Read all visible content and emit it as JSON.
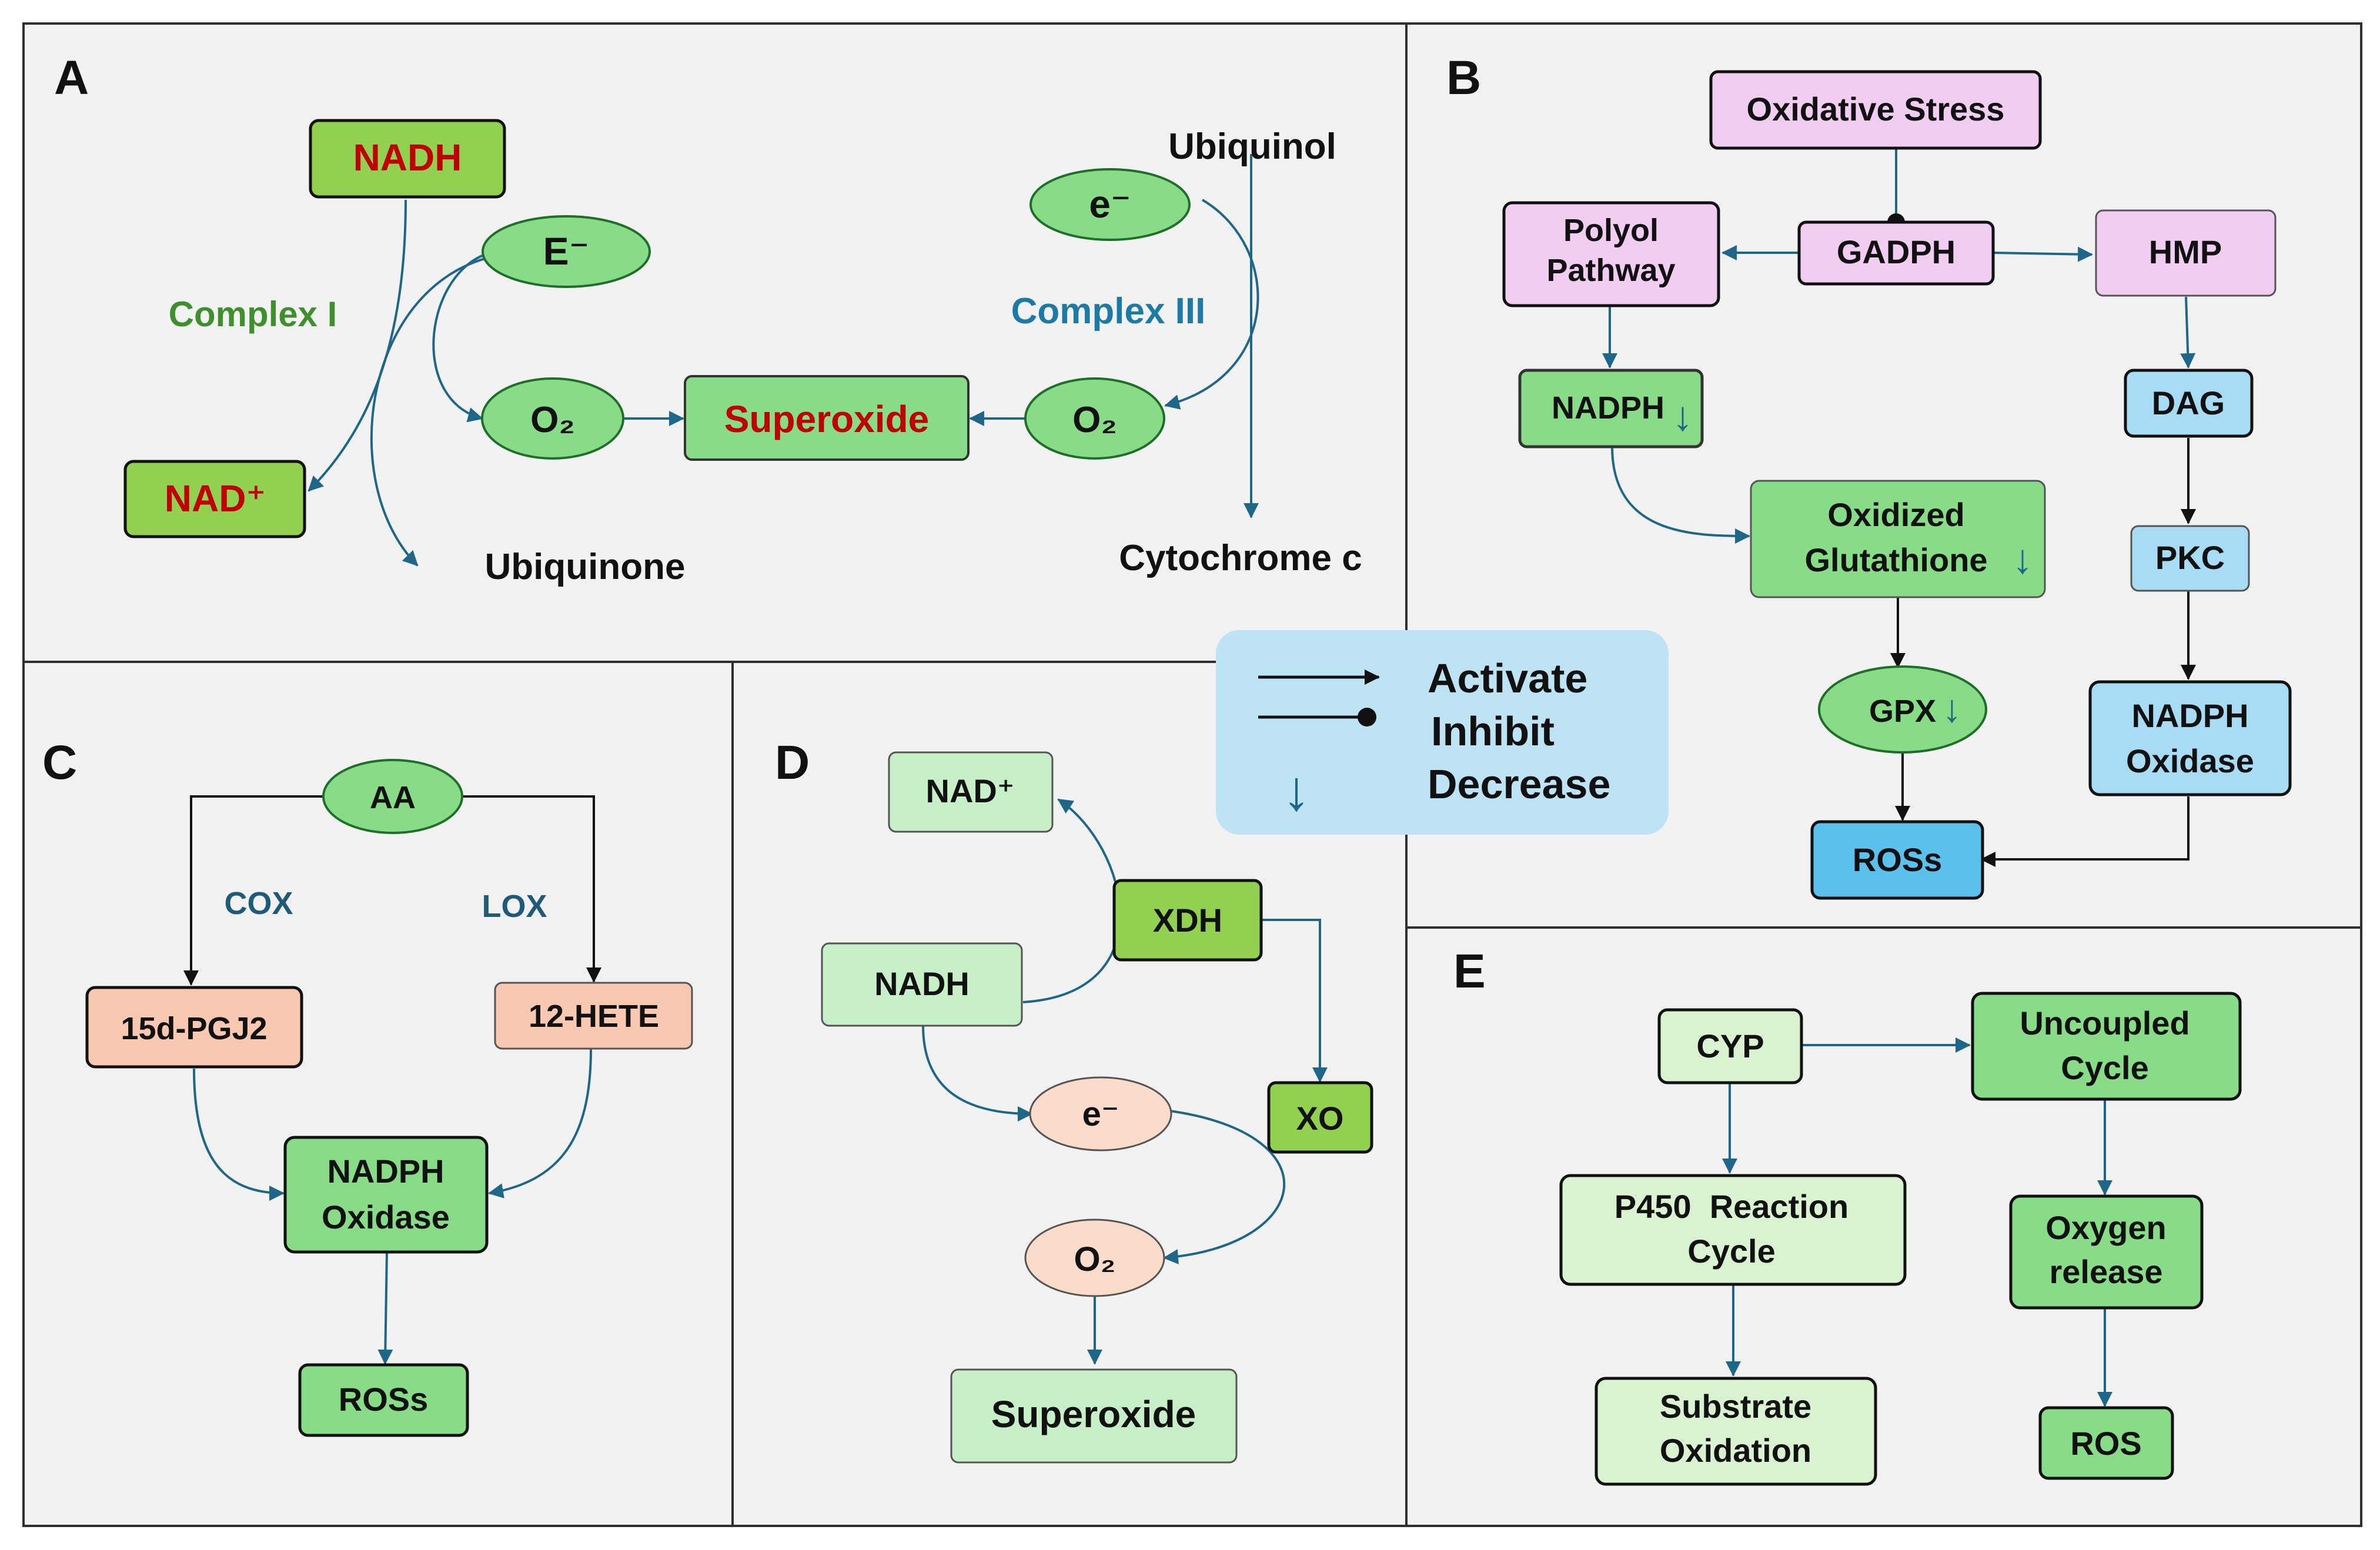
{
  "colors": {
    "panel_bg": "#f2f2f2",
    "panel_border": "#2f2f2f",
    "arrow": "#1f6788",
    "dark_arrow": "#111111",
    "red_text": "#c00000",
    "green_text": "#3f8f2f",
    "teal_text": "#1c7aa5",
    "dark_green_fill": "#92d050",
    "green_fill": "#88dc88",
    "light_green_fill": "#c8f0c8",
    "pale_green_fill": "#d9f3d0",
    "pink_fill": "#f2cdf2",
    "blue_fill": "#a8dcf4",
    "bright_blue_fill": "#5cc0ec",
    "salmon_fill": "#f8c8b0",
    "peach_fill": "#fbdcca",
    "legend_fill": "#bde3f5"
  },
  "panels": {
    "a": {
      "letter": "A",
      "nadh": "NADH",
      "electron": "E⁻",
      "complex1": "Complex I",
      "nad_plus": "NAD⁺",
      "o2_left": "O₂",
      "superoxide": "Superoxide",
      "o2_right": "O₂",
      "electron_right": "e⁻",
      "ubiquinol": "Ubiquinol",
      "complex3": "Complex III",
      "ubiquinone": "Ubiquinone",
      "cytochrome_c": "Cytochrome c"
    },
    "b": {
      "letter": "B",
      "oxidative_stress": "Oxidative Stress",
      "polyol_line1": "Polyol",
      "polyol_line2": "Pathway",
      "gadph": "GADPH",
      "hmp": "HMP",
      "nadph": "NADPH",
      "dag": "DAG",
      "oxidized_line1": "Oxidized",
      "oxidized_line2": "Glutathione",
      "pkc": "PKC",
      "gpx": "GPX",
      "nadph_ox_line1": "NADPH",
      "nadph_ox_line2": "Oxidase",
      "ross": "ROSs",
      "decrease_arrow": "↓"
    },
    "c": {
      "letter": "C",
      "aa": "AA",
      "cox": "COX",
      "lox": "LOX",
      "pgj2": "15d-PGJ2",
      "hete": "12-HETE",
      "nadph_ox_line1": "NADPH",
      "nadph_ox_line2": "Oxidase",
      "ross": "ROSs"
    },
    "d": {
      "letter": "D",
      "nad_plus": "NAD⁺",
      "xdh": "XDH",
      "nadh": "NADH",
      "electron": "e⁻",
      "xo": "XO",
      "o2": "O₂",
      "superoxide": "Superoxide"
    },
    "e": {
      "letter": "E",
      "cyp": "CYP",
      "uncoupled_line1": "Uncoupled",
      "uncoupled_line2": "Cycle",
      "p450_line1": "P450  Reaction",
      "p450_line2": "Cycle",
      "oxygen_line1": "Oxygen",
      "oxygen_line2": "release",
      "substrate_line1": "Substrate",
      "substrate_line2": "Oxidation",
      "ros": "ROS"
    }
  },
  "legend": {
    "activate": "Activate",
    "inhibit": "Inhibit",
    "decrease": "Decrease",
    "decrease_symbol": "↓"
  }
}
